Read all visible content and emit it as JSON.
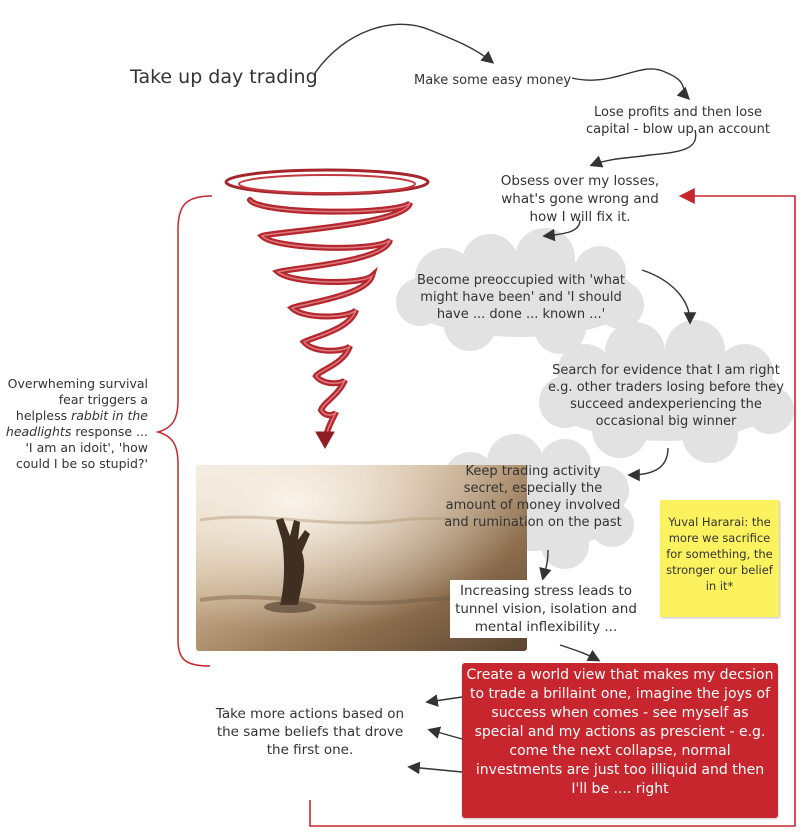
{
  "colors": {
    "accent_red": "#c8262e",
    "note_yellow": "#fbf25d",
    "cloud_gray": "#e2e2e2",
    "arrow": "#333333"
  },
  "icons": [
    "spiral-tornado-icon",
    "drowning-hand-photo"
  ],
  "nodes": {
    "start": "Take up day trading",
    "easy_money": "Make some easy money",
    "lose_profits": "Lose profits and then lose capital - blow up an account",
    "obsess": "Obsess over my losses, what's gone wrong and how I will fix it.",
    "preoccupied": "Become preoccupied with 'what might have been' and 'I should have ... done ... known ...'",
    "search": "Search for evidence that I am right e.g. other traders losing before they succeed andexperiencing the occasional big winner",
    "secret": "Keep trading activity secret, especially the amount of money involved and rumination on the past",
    "stress": "Increasing stress leads to tunnel vision, isolation and mental inflexibility  ...",
    "world_view": "Create a world view that makes my decsion to trade a brillaint one, imagine the joys of success when comes - see myself as special and my actions as prescient - e.g. come the next collapse, normal investments are just too illiquid and then I'll be .... right",
    "more_actions": "Take more actions based on the same beliefs that drove the first one."
  },
  "side_note": {
    "part1": "Overwheming survival fear triggers a helpless ",
    "italic": "rabbit in the headlights",
    "part2": " response ... 'I am an idoit',  'how could I be so stupid?'"
  },
  "quote": "Yuval Hararai: the more we sacrifice for something, the stronger our belief in it*"
}
